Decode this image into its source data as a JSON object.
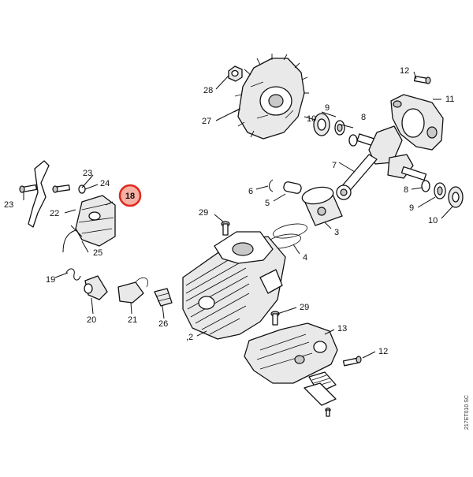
{
  "diagram": {
    "highlight": {
      "label": "18",
      "fill": "#f6b0a4",
      "stroke": "#e0281e"
    },
    "figure_code": "217ET010 SC",
    "labels": {
      "l28": "28",
      "l27": "27",
      "l10a": "10",
      "l9a": "9",
      "l8a": "8",
      "l12a": "12",
      "l11": "11",
      "l7": "7",
      "l6": "6",
      "l5": "5",
      "l3": "3",
      "l4": "4",
      "l8b": "8",
      "l9b": "9",
      "l10b": "10",
      "l23a": "23",
      "l24": "24",
      "l23b": "23",
      "l22": "22",
      "l25": "25",
      "l19": "19",
      "l20": "20",
      "l21": "21",
      "l26": "26",
      "l29a": "29",
      "l29b": "29",
      "l2": ",2",
      "l13": "13",
      "l12b": "12"
    }
  }
}
